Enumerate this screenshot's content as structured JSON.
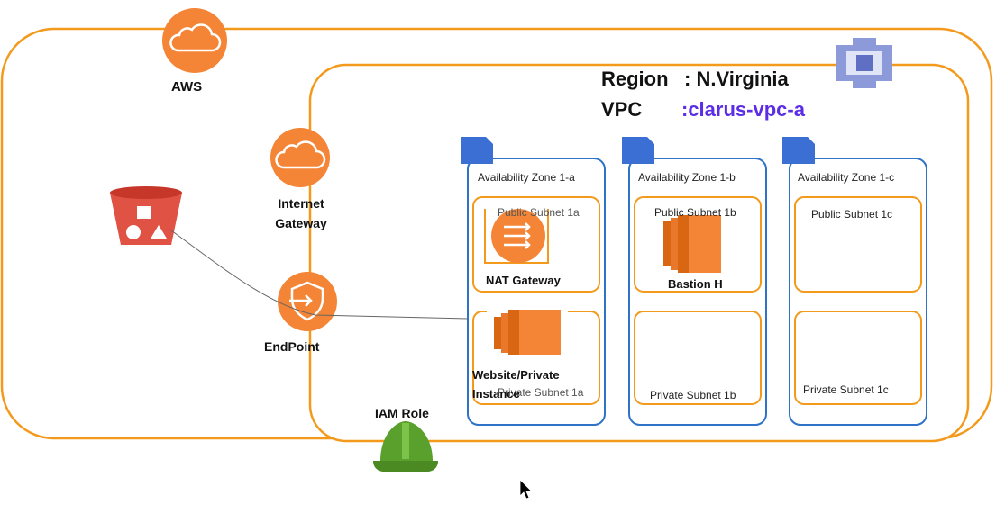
{
  "aws": {
    "label": "AWS"
  },
  "region": {
    "label": "Region",
    "value": ": N.Virginia"
  },
  "vpc": {
    "label": "VPC",
    "value": ":clarus-vpc-a"
  },
  "internet_gateway": {
    "line1": "Internet",
    "line2": "Gateway"
  },
  "endpoint": {
    "label": "EndPoint"
  },
  "iam_role": {
    "label": "IAM Role"
  },
  "zones": [
    {
      "name": "Availability Zone 1-a",
      "public_subnet": "Public Subnet 1a",
      "private_subnet": "Private Subnet 1a"
    },
    {
      "name": "Availability Zone 1-b",
      "public_subnet": "Public Subnet 1b",
      "private_subnet": "Private Subnet 1b"
    },
    {
      "name": "Availability Zone 1-c",
      "public_subnet": "Public Subnet 1c",
      "private_subnet": "Private Subnet 1c"
    }
  ],
  "nat_gateway": {
    "label": "NAT Gateway"
  },
  "bastion": {
    "label": "Bastion H"
  },
  "website_instance": {
    "line1": "Website/Private",
    "line2": "Instance"
  },
  "colors": {
    "orange": "#f39a1c",
    "blue": "#2e73c8",
    "icon_orange": "#f58536",
    "vpc_name": "#5b2ee6",
    "s3_red": "#e05243",
    "iam_green": "#5aa02c"
  },
  "icons": [
    "cloud-icon",
    "vpc-icon",
    "s3-bucket-icon",
    "endpoint-shield-icon",
    "nat-gateway-icon",
    "ec2-instance-icon",
    "hard-hat-icon",
    "cursor-icon"
  ]
}
